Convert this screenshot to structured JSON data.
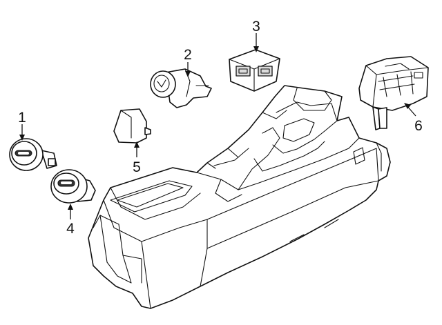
{
  "diagram": {
    "callouts": [
      {
        "id": "1",
        "label": "1"
      },
      {
        "id": "2",
        "label": "2"
      },
      {
        "id": "3",
        "label": "3"
      },
      {
        "id": "4",
        "label": "4"
      },
      {
        "id": "5",
        "label": "5"
      },
      {
        "id": "6",
        "label": "6"
      }
    ],
    "colors": {
      "line": "#111111",
      "background": "#ffffff"
    }
  }
}
